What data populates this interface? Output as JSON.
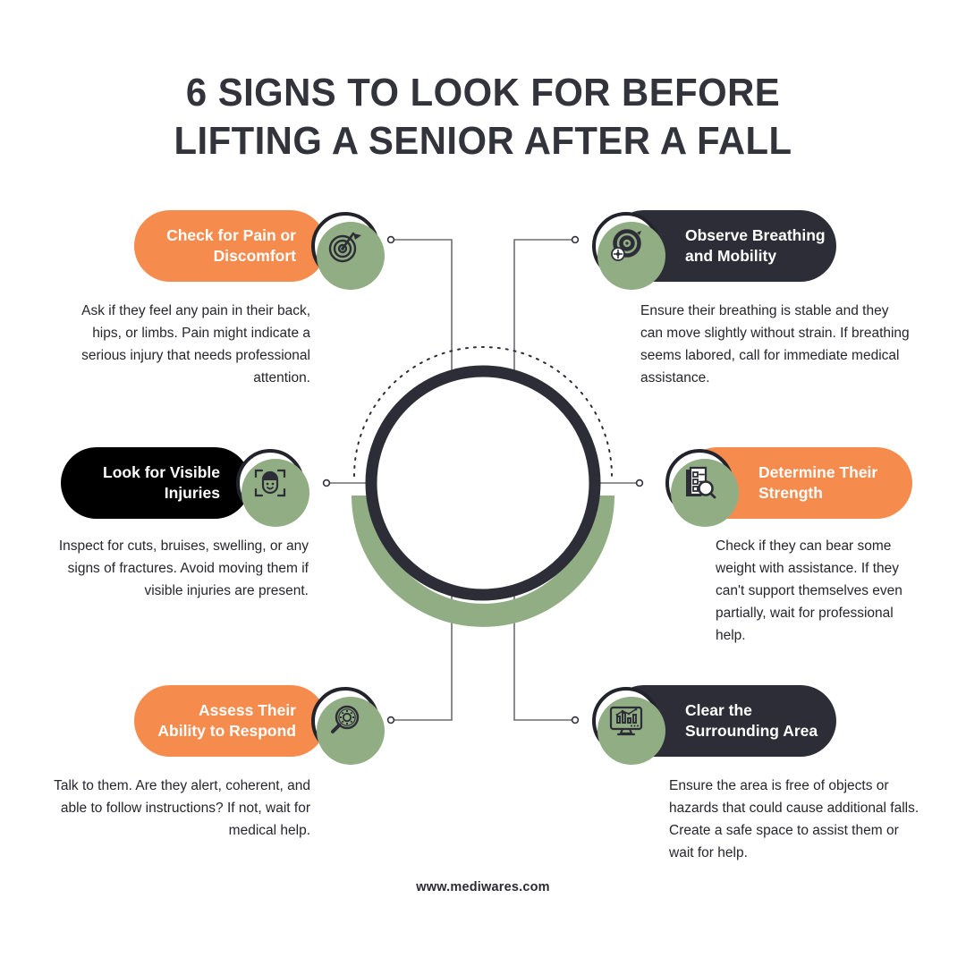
{
  "title": {
    "line1": "6 SIGNS TO LOOK FOR BEFORE",
    "line2": "LIFTING A SENIOR AFTER A FALL"
  },
  "footer": {
    "url": "www.mediwares.com"
  },
  "colors": {
    "orange": "#f68b4e",
    "charcoal": "#2d2d37",
    "black": "#000000",
    "green": "#91ad84",
    "text_dark": "#26262c",
    "white": "#ffffff",
    "connector": "#6c6c72"
  },
  "cards": [
    {
      "id": "check-for-pain-or-discomfort",
      "title": "Check for Pain or Discomfort",
      "title_line1": "Check for Pain or",
      "title_line2": "Discomfort",
      "description": "Ask if they feel any pain in their back, hips, or limbs. Pain might indicate a serious injury that needs professional attention.",
      "icon": "target-flag-icon",
      "pill_color": "#f68b4e",
      "side": "left",
      "position": "top"
    },
    {
      "id": "observe-breathing-and-mobility",
      "title": "Observe Breathing and Mobility",
      "title_line1": "Observe Breathing",
      "title_line2": "and Mobility",
      "description": "Ensure their breathing is stable and they can move slightly without strain. If breathing seems labored, call for immediate medical assistance.",
      "icon": "target-crosshair-icon",
      "pill_color": "#2d2d37",
      "side": "right",
      "position": "top"
    },
    {
      "id": "look-for-visible-injuries",
      "title": "Look for Visible Injuries",
      "title_line1": "Look for Visible",
      "title_line2": "Injuries",
      "description": "Inspect for cuts, bruises, swelling, or any signs of fractures. Avoid moving them if visible injuries are present.",
      "icon": "face-scan-icon",
      "pill_color": "#000000",
      "side": "left",
      "position": "middle"
    },
    {
      "id": "determine-their-strength",
      "title": "Determine Their Strength",
      "title_line1": "Determine Their",
      "title_line2": "Strength",
      "description": "Check if they can bear some weight with assistance. If they can't support themselves even partially, wait for professional help.",
      "icon": "checklist-magnifier-icon",
      "pill_color": "#f68b4e",
      "side": "right",
      "position": "middle"
    },
    {
      "id": "assess-their-ability-to-respond",
      "title": "Assess Their Ability to Respond",
      "title_line1": "Assess Their",
      "title_line2": "Ability to Respond",
      "description": "Talk to them. Are they alert, coherent, and able to follow instructions? If not, wait for medical help.",
      "icon": "magnifier-gear-icon",
      "pill_color": "#f68b4e",
      "side": "left",
      "position": "bottom"
    },
    {
      "id": "clear-the-surrounding-area",
      "title": "Clear the Surrounding Area",
      "title_line1": "Clear the",
      "title_line2": "Surrounding Area",
      "description": "Ensure the area is free of objects or hazards that could cause additional falls. Create a safe space to assist them or wait for help.",
      "icon": "monitor-chart-icon",
      "pill_color": "#2d2d37",
      "side": "right",
      "position": "bottom"
    }
  ],
  "center": {
    "ring_color": "#2d2d37",
    "shadow_arc_color": "#91ad84",
    "dotted_arc_color": "#2d2d37"
  }
}
